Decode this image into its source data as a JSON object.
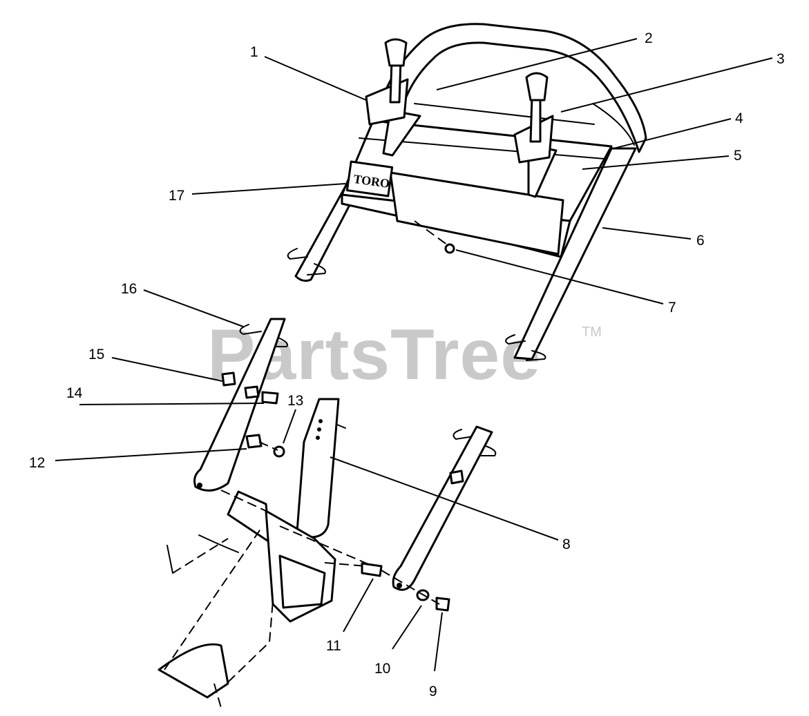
{
  "watermark": {
    "text": "PartsTree",
    "mark": "TM"
  },
  "logo_text": "TORO",
  "callouts": [
    "1",
    "2",
    "3",
    "4",
    "5",
    "6",
    "7",
    "8",
    "9",
    "10",
    "11",
    "12",
    "13",
    "14",
    "15",
    "16",
    "17"
  ]
}
